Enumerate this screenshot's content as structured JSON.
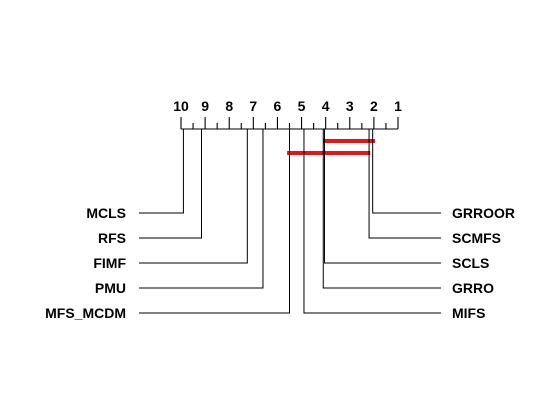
{
  "chart_data": {
    "type": "critical-difference-diagram",
    "axis": {
      "reversed": true,
      "min": 1,
      "max": 10,
      "ticks": [
        10,
        9,
        8,
        7,
        6,
        5,
        4,
        3,
        2,
        1
      ],
      "tick_labels": [
        "10",
        "9",
        "8",
        "7",
        "6",
        "5",
        "4",
        "3",
        "2",
        "1"
      ]
    },
    "methods_left": [
      {
        "name": "MCLS",
        "rank": 9.9
      },
      {
        "name": "RFS",
        "rank": 9.15
      },
      {
        "name": "FIMF",
        "rank": 7.25
      },
      {
        "name": "PMU",
        "rank": 6.6
      },
      {
        "name": "MFS_MCDM",
        "rank": 5.5
      }
    ],
    "methods_right": [
      {
        "name": "GRROOR",
        "rank": 2.05
      },
      {
        "name": "SCMFS",
        "rank": 2.2
      },
      {
        "name": "SCLS",
        "rank": 4.05
      },
      {
        "name": "GRRO",
        "rank": 4.1
      },
      {
        "name": "MIFS",
        "rank": 4.9
      }
    ],
    "cliques": [
      {
        "from": 4.1,
        "to": 1.95
      },
      {
        "from": 5.6,
        "to": 2.15
      }
    ],
    "colors": {
      "axis": "#000000",
      "clique": "#ee1111",
      "text": "#000000"
    }
  }
}
